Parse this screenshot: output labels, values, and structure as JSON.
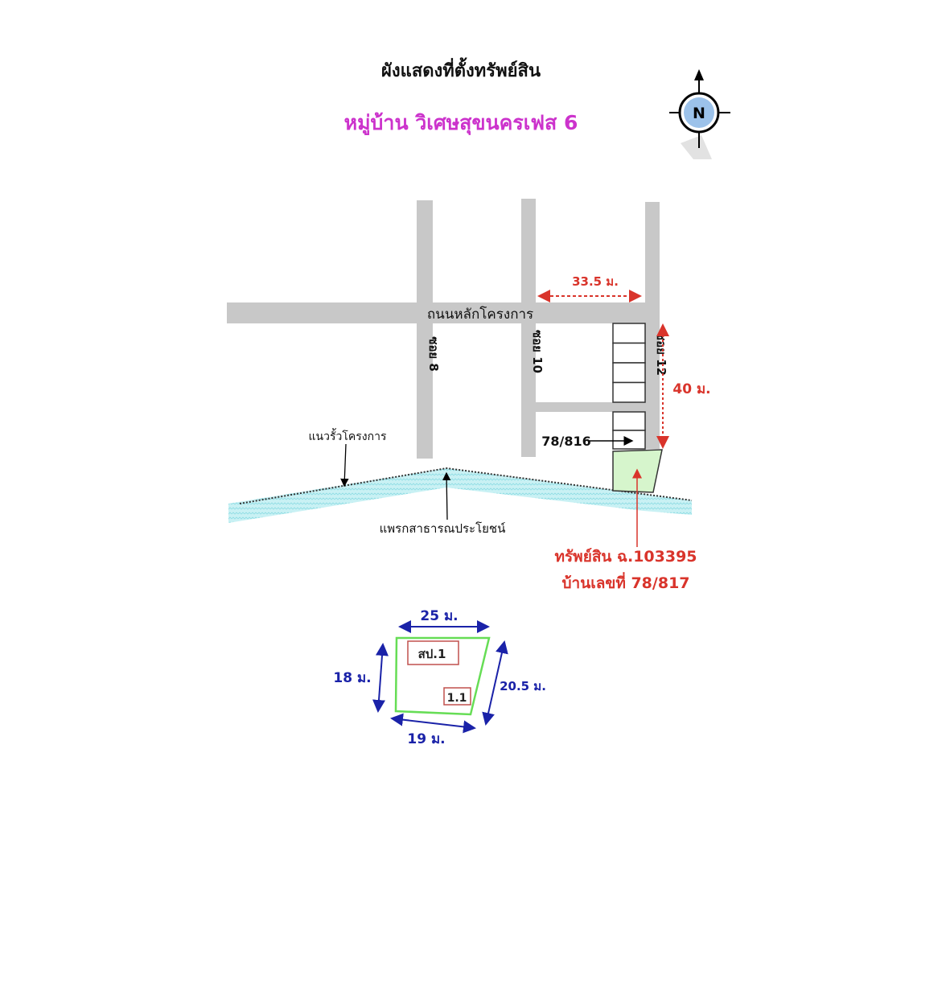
{
  "header": {
    "title": "ผังแสดงที่ตั้งทรัพย์สิน",
    "subtitle": "หมู่บ้าน วิเศษสุขนครเฟส 6",
    "compass_label": "N"
  },
  "map": {
    "main_road": "ถนนหลักโครงการ",
    "soi_8": "ซอย 8",
    "soi_10": "ซอย 10",
    "soi_12": "ซอย 12",
    "dim_width": "33.5 ม.",
    "dim_depth": "40 ม.",
    "neighbor_house": "78/816",
    "fence_label": "แนวรั้วโครงการ",
    "canal_label": "แพรกสาธารณประโยชน์",
    "asset_label": "ทรัพย์สิน ฉ.103395",
    "house_number_label": "บ้านเลขที่ 78/817"
  },
  "plot": {
    "top": "25 ม.",
    "left": "18 ม.",
    "right": "20.5 ม.",
    "bottom": "19 ม.",
    "building_1": "สป.1",
    "building_2": "1.1"
  },
  "colors": {
    "title_magenta": "#cc33cc",
    "road": "#c8c8c8",
    "dimension_red": "#d9342b",
    "dimension_blue": "#1a22a8",
    "parcel_green": "#d6f5cc",
    "water": "#bfeef2"
  }
}
